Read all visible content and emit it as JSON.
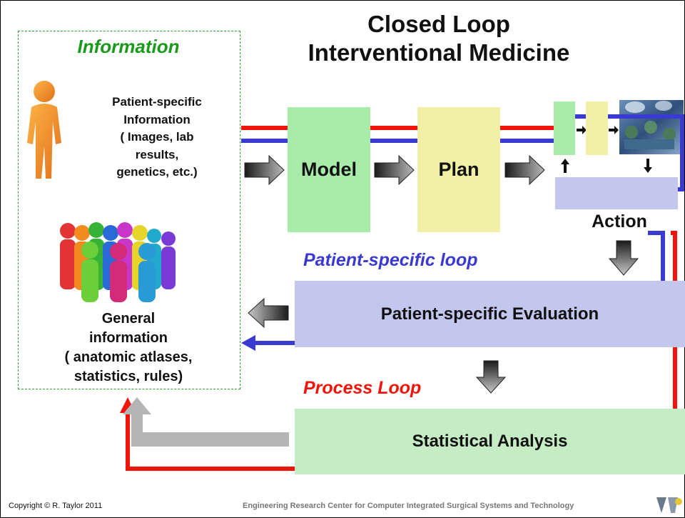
{
  "slide": {
    "title_line1": "Closed Loop",
    "title_line2": "Interventional Medicine",
    "information_heading": "Information",
    "patient_info": {
      "line1": "Patient-specific",
      "line2": "Information",
      "line3": "( Images, lab",
      "line4": "results,",
      "line5": "genetics, etc.)"
    },
    "general_info": {
      "line1": "General",
      "line2": "information",
      "line3": "( anatomic atlases,",
      "line4": "statistics, rules)"
    },
    "model_label": "Model",
    "plan_label": "Plan",
    "action_label": "Action",
    "patient_loop_label": "Patient-specific loop",
    "evaluation_label": "Patient-specific Evaluation",
    "process_loop_label": "Process Loop",
    "statistical_label": "Statistical Analysis",
    "copyright": "Copyright © R. Taylor 2011",
    "footer_center": "Engineering Research Center for Computer Integrated Surgical Systems and Technology"
  },
  "colors": {
    "information_green": "#1a9a1a",
    "model_green": "#a9eba9",
    "plan_yellow": "#f2efa6",
    "evaluation_lavender": "#c3c6ed",
    "statistics_green": "#c5ecc5",
    "patient_loop_blue": "#3a3ad0",
    "process_loop_red": "#f0140a",
    "return_arrow_gray": "#b5b5b5"
  },
  "icons": {
    "patient": "person-figure-icon",
    "group": "people-group-icon",
    "surgery": "operating-room-photo",
    "logo": "erc-logo-icon"
  }
}
